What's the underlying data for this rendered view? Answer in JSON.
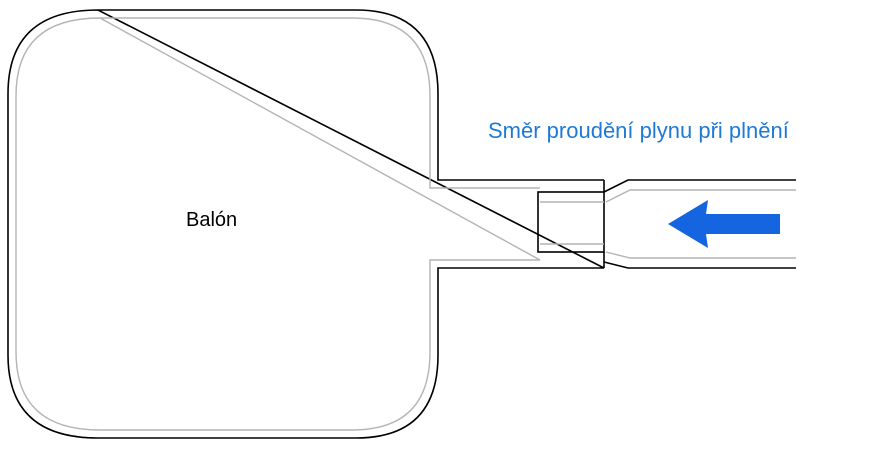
{
  "balloon": {
    "label": "Balón"
  },
  "flow": {
    "label": "Směr proudění plynu při plnění",
    "direction": "left"
  },
  "colors": {
    "outline": "#000000",
    "inner_outline": "#b4b4b4",
    "label_text": "#000000",
    "flow_text": "#1e7ad6",
    "arrow_fill": "#1565e0",
    "background": "#ffffff"
  },
  "icons": {
    "flow_arrow": "arrow-left-icon"
  }
}
